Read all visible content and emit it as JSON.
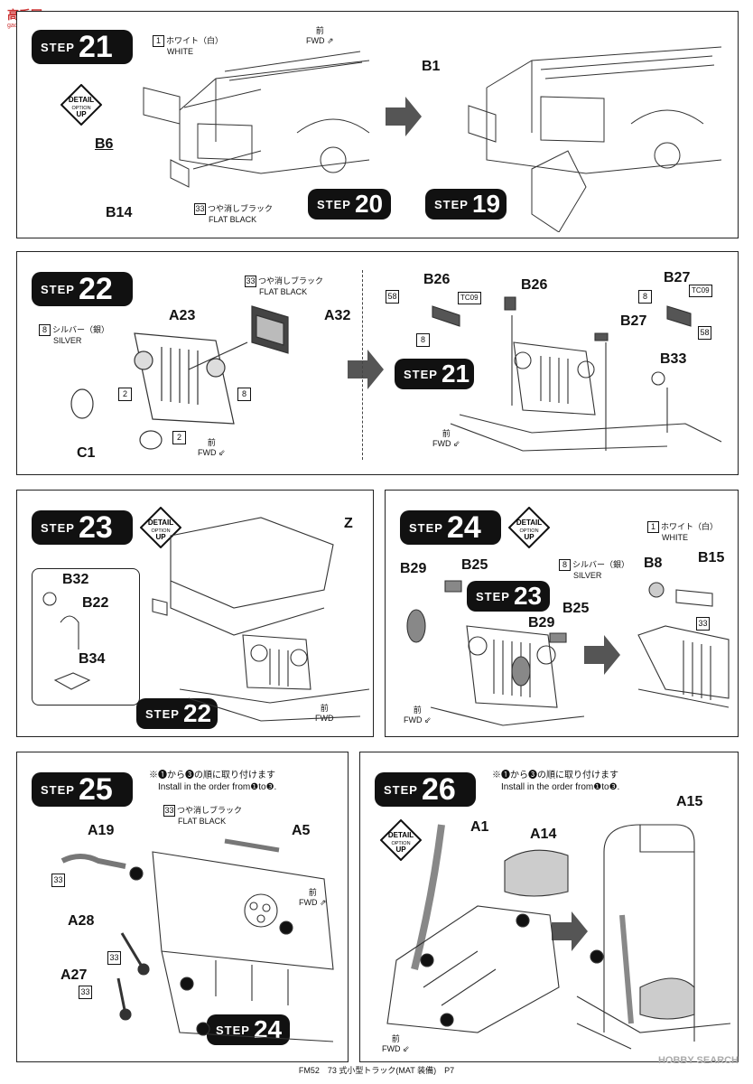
{
  "site_logo": {
    "title": "高手网",
    "sub": "gao-shou.com"
  },
  "step_word": "STEP",
  "detail_badge": {
    "l1": "DETAIL",
    "l2": "OPTION",
    "l3": "UP"
  },
  "fwd_jp": "前",
  "fwd_en": "FWD",
  "paints": {
    "white_jp": "ホワイト（白）",
    "white_en": "WHITE",
    "silver_jp": "シルバー（銀）",
    "silver_en": "SILVER",
    "black_jp": "つや消しブラック",
    "black_en": "FLAT BLACK",
    "c1": "1",
    "c8": "8",
    "c33": "33",
    "c58": "58",
    "c2": "2",
    "tc": "TC09"
  },
  "install_note": {
    "jp": "※❶から❸の順に取り付けます",
    "en": "Install in the order from❶to❸."
  },
  "p21": {
    "step": "21",
    "ref_step": "20",
    "next_ref": "19",
    "parts": [
      "B6",
      "B14",
      "B1"
    ]
  },
  "p22": {
    "step": "22",
    "ref_step": "21",
    "parts": [
      "A23",
      "A32",
      "C1",
      "B26",
      "B26",
      "B27",
      "B27",
      "B33"
    ]
  },
  "p23": {
    "step": "23",
    "ref_step": "22",
    "parts": [
      "Z",
      "B32",
      "B22",
      "B34"
    ]
  },
  "p24": {
    "step": "24",
    "ref_step": "23",
    "parts": [
      "B29",
      "B25",
      "B29",
      "B25",
      "B8",
      "B15"
    ]
  },
  "p25": {
    "step": "25",
    "ref_step": "24",
    "parts": [
      "A19",
      "A5",
      "A28",
      "A27"
    ]
  },
  "p26": {
    "step": "26",
    "parts": [
      "A1",
      "A14",
      "A15"
    ]
  },
  "footer": "FM52　73 式小型トラック(MAT 装備)　P7",
  "watermark": "HOBBY SEARCH"
}
